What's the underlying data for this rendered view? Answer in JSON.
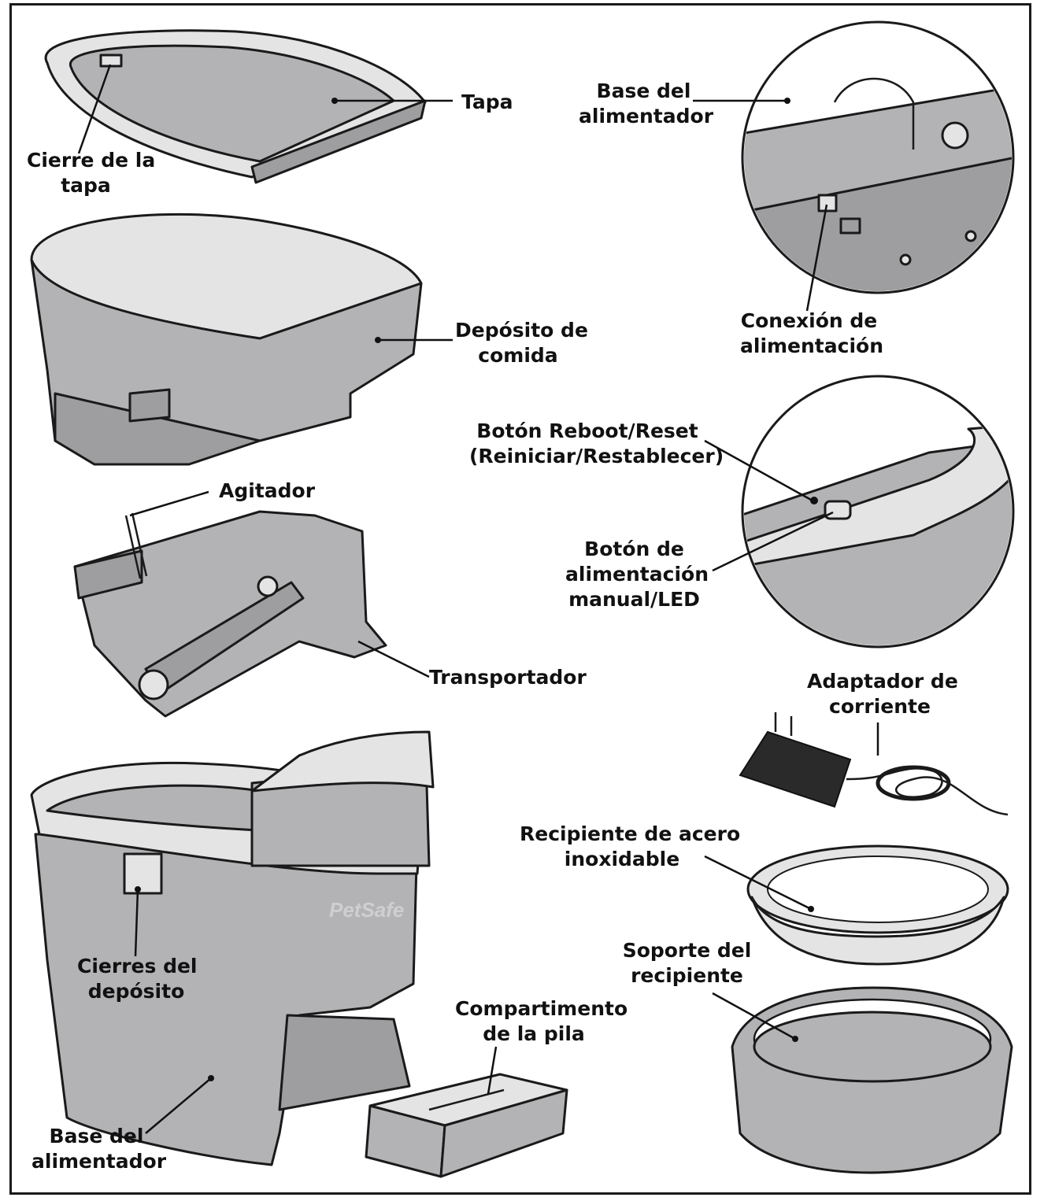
{
  "labels": {
    "tapa": "Tapa",
    "cierre_tapa": [
      "Cierre de la",
      "tapa"
    ],
    "deposito": [
      "Depósito de",
      "comida"
    ],
    "agitador": "Agitador",
    "transportador": "Transportador",
    "cierres_deposito": [
      "Cierres del",
      "depósito"
    ],
    "base_alimentador_main": [
      "Base del",
      "alimentador"
    ],
    "compartimento_pila": [
      "Compartimento",
      "de la pila"
    ],
    "base_alimentador_detail": [
      "Base del",
      "alimentador"
    ],
    "conexion": [
      "Conexión de",
      "alimentación"
    ],
    "boton_reboot": [
      "Botón Reboot/Reset",
      "(Reiniciar/Restablecer)"
    ],
    "boton_manual": [
      "Botón de",
      "alimentación",
      "manual/LED"
    ],
    "adaptador": [
      "Adaptador de",
      "corriente"
    ],
    "recipiente": [
      "Recipiente de acero",
      "inoxidable"
    ],
    "soporte": [
      "Soporte del",
      "recipiente"
    ]
  },
  "brand_mark": "PetSafe",
  "colors": {
    "part_fill": "#b3b3b5",
    "rim_fill": "#e4e4e5",
    "outline": "#1a1a1a"
  }
}
